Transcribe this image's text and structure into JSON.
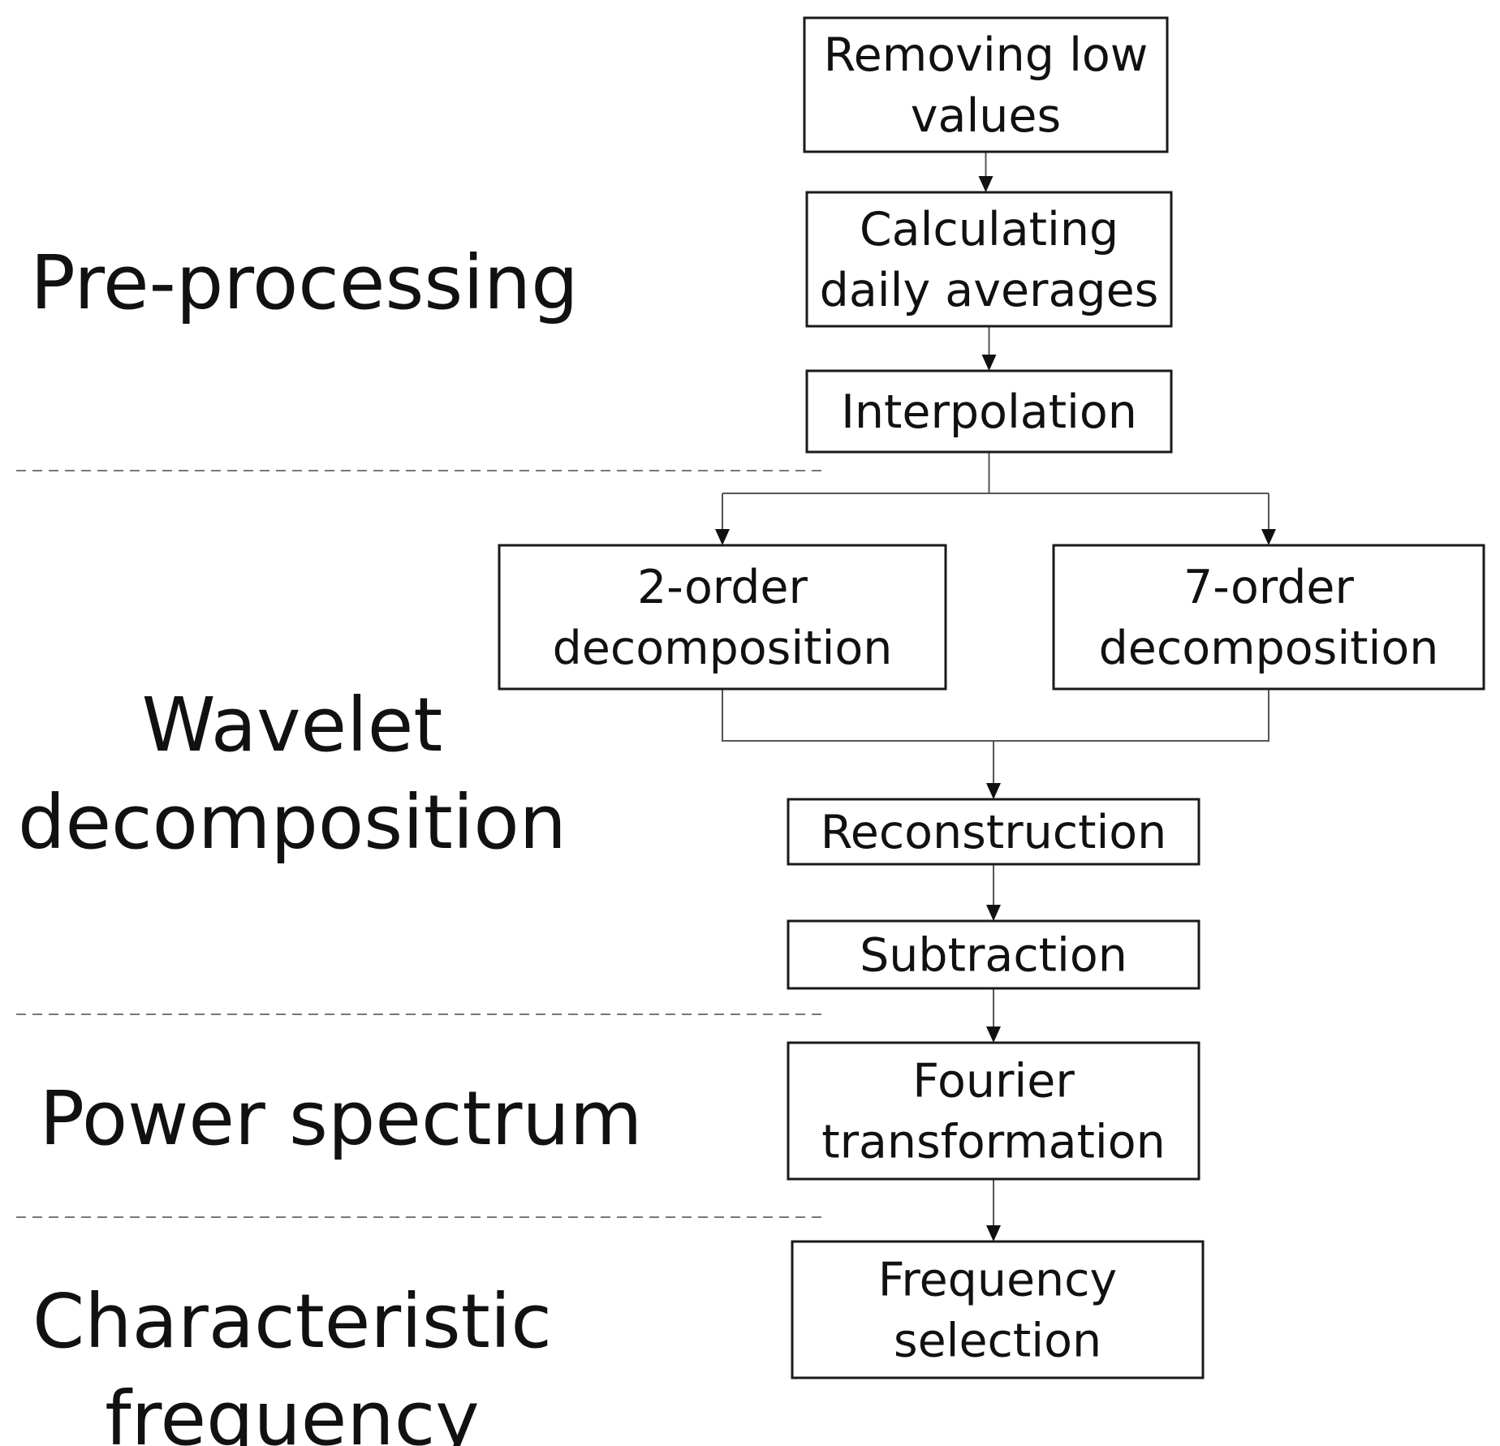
{
  "stages": [
    {
      "id": "preprocessing",
      "lines": [
        "Pre-processing"
      ]
    },
    {
      "id": "wavelet",
      "lines": [
        "Wavelet",
        "decomposition"
      ]
    },
    {
      "id": "power",
      "lines": [
        "Power spectrum"
      ]
    },
    {
      "id": "characteristic",
      "lines": [
        "Characteristic",
        "frequency"
      ]
    }
  ],
  "steps": [
    {
      "id": "removing-low-values",
      "lines": [
        "Removing low",
        "values"
      ]
    },
    {
      "id": "daily-averages",
      "lines": [
        "Calculating",
        "daily averages"
      ]
    },
    {
      "id": "interpolation",
      "lines": [
        "Interpolation"
      ]
    },
    {
      "id": "order2",
      "lines": [
        "2-order",
        "decomposition"
      ]
    },
    {
      "id": "order7",
      "lines": [
        "7-order",
        "decomposition"
      ]
    },
    {
      "id": "reconstruction",
      "lines": [
        "Reconstruction"
      ]
    },
    {
      "id": "subtraction",
      "lines": [
        "Subtraction"
      ]
    },
    {
      "id": "fourier",
      "lines": [
        "Fourier",
        "transformation"
      ]
    },
    {
      "id": "frequency-selection",
      "lines": [
        "Frequency",
        "selection"
      ]
    }
  ],
  "edges": [
    {
      "from": "removing-low-values",
      "to": "daily-averages"
    },
    {
      "from": "daily-averages",
      "to": "interpolation"
    },
    {
      "from": "interpolation",
      "to": "order2"
    },
    {
      "from": "interpolation",
      "to": "order7"
    },
    {
      "from": "order2",
      "to": "reconstruction"
    },
    {
      "from": "order7",
      "to": "reconstruction"
    },
    {
      "from": "reconstruction",
      "to": "subtraction"
    },
    {
      "from": "subtraction",
      "to": "fourier"
    },
    {
      "from": "fourier",
      "to": "frequency-selection"
    }
  ]
}
